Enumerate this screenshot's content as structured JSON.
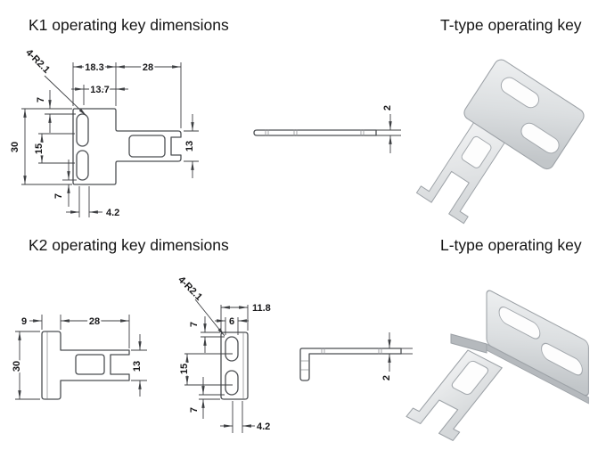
{
  "panels": {
    "k1": {
      "title": "K1 operating key dimensions",
      "dims": {
        "radius": "4-R2.1",
        "plate_width": "18.3",
        "blade_length": "28",
        "inner_width": "13.7",
        "top_offset": "7",
        "overall_height": "30",
        "slot_pitch": "15",
        "bottom_offset": "7",
        "slot_edge_offset": "4.2",
        "blade_height": "13",
        "thickness": "2"
      }
    },
    "t_type": {
      "title": "T-type operating key"
    },
    "k2": {
      "title": "K2 operating key dimensions",
      "dims": {
        "flange_width": "9",
        "blade_length": "28",
        "overall_height": "30",
        "blade_height": "13",
        "radius": "4-R2.1",
        "plate_width": "11.8",
        "slot_width": "6",
        "top_offset": "7",
        "slot_pitch": "15",
        "bottom_offset": "7",
        "slot_edge_offset": "4.2",
        "thickness": "2"
      }
    },
    "l_type": {
      "title": "L-type operating key"
    }
  },
  "colors": {
    "drawing_line": "#4b4e52",
    "dimension_line": "#3d3f42",
    "label_text": "#18181a",
    "metal_light": "#eef0f1",
    "metal_dark": "#c2c6c9",
    "background": "#ffffff"
  }
}
